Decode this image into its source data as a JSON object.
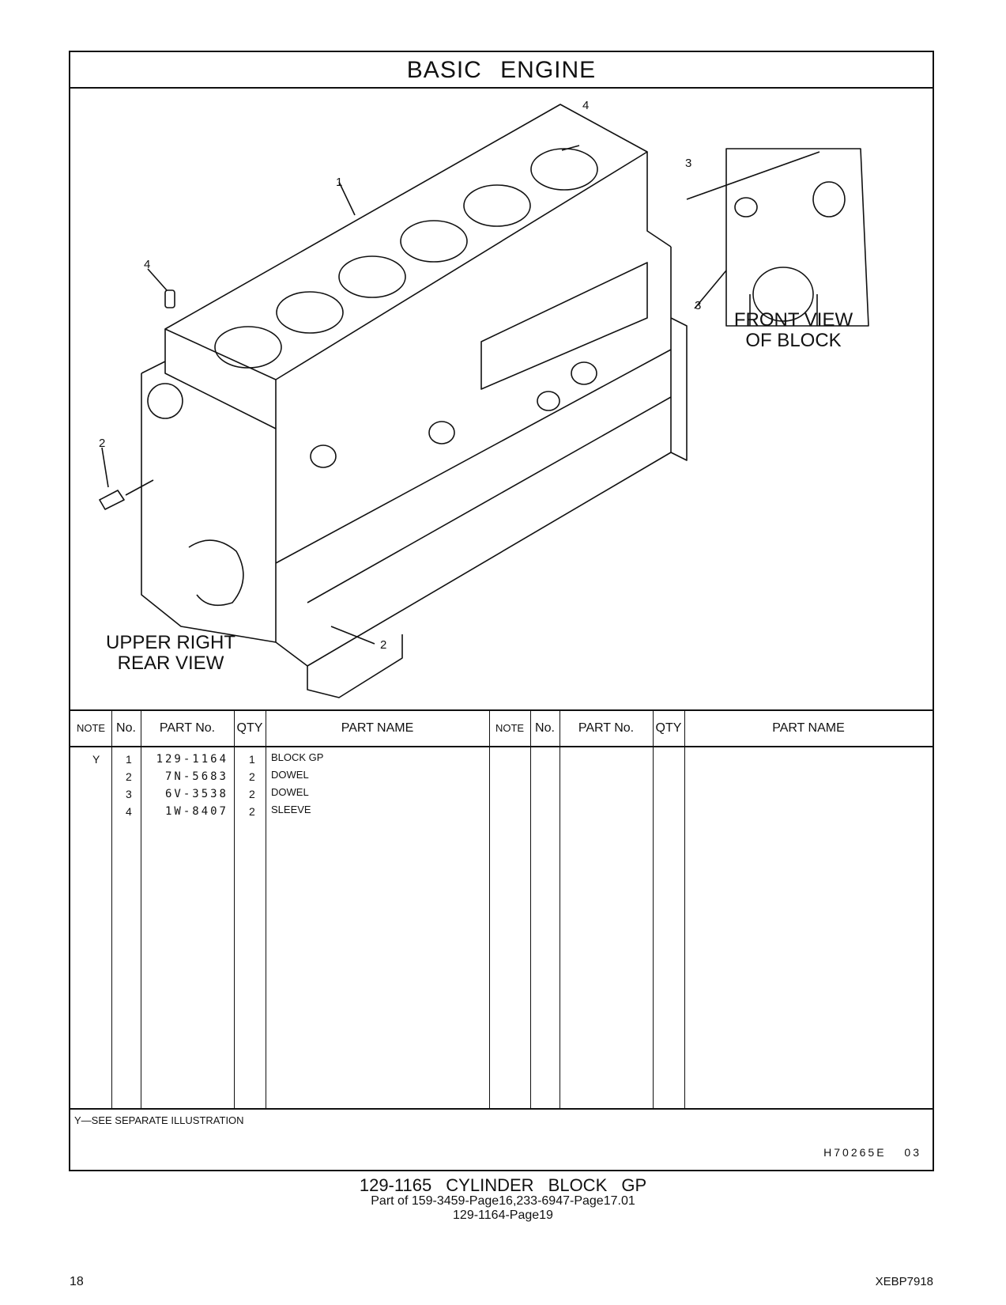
{
  "header": {
    "title": "BASIC   ENGINE"
  },
  "illustration": {
    "view_main_line1": "UPPER RIGHT",
    "view_main_line2": "REAR VIEW",
    "view_front_line1": "FRONT VIEW",
    "view_front_line2": "OF BLOCK",
    "callouts": [
      "1",
      "2",
      "2",
      "3",
      "3",
      "4",
      "4"
    ]
  },
  "table": {
    "headers": [
      "NOTE",
      "No.",
      "PART No.",
      "QTY",
      "PART NAME",
      "NOTE",
      "No.",
      "PART No.",
      "QTY",
      "PART NAME"
    ],
    "rows": [
      {
        "note": "Y",
        "no": "1",
        "part_no": "129-1164",
        "qty": "1",
        "name": "BLOCK GP"
      },
      {
        "note": "",
        "no": "2",
        "part_no": "7N-5683",
        "qty": "2",
        "name": "DOWEL"
      },
      {
        "note": "",
        "no": "3",
        "part_no": "6V-3538",
        "qty": "2",
        "name": "DOWEL"
      },
      {
        "note": "",
        "no": "4",
        "part_no": "1W-8407",
        "qty": "2",
        "name": "SLEEVE"
      }
    ]
  },
  "footnote": "Y—SEE SEPARATE ILLUSTRATION",
  "reference_code": "H70265E   03",
  "caption": {
    "title": "129-1165   CYLINDER BLOCK GP",
    "line2": "Part of 159-3459-Page16,233-6947-Page17.01",
    "line3": "129-1164-Page19"
  },
  "footer": {
    "page_number": "18",
    "doc_code": "XEBP7918"
  }
}
